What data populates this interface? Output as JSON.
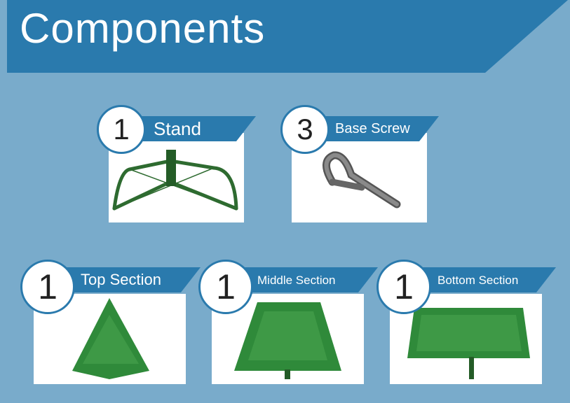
{
  "title": "Components",
  "colors": {
    "background": "#79abcb",
    "accent": "#2a7aad",
    "foliage": "#2f8a3a",
    "metal": "#2e6b30"
  },
  "components": [
    {
      "count": "1",
      "label": "Stand",
      "icon": "stand-icon"
    },
    {
      "count": "3",
      "label": "Base Screw",
      "icon": "screw-icon"
    },
    {
      "count": "1",
      "label": "Top Section",
      "icon": "tree-top-icon"
    },
    {
      "count": "1",
      "label": "Middle Section",
      "icon": "tree-middle-icon"
    },
    {
      "count": "1",
      "label": "Bottom Section",
      "icon": "tree-bottom-icon"
    }
  ]
}
